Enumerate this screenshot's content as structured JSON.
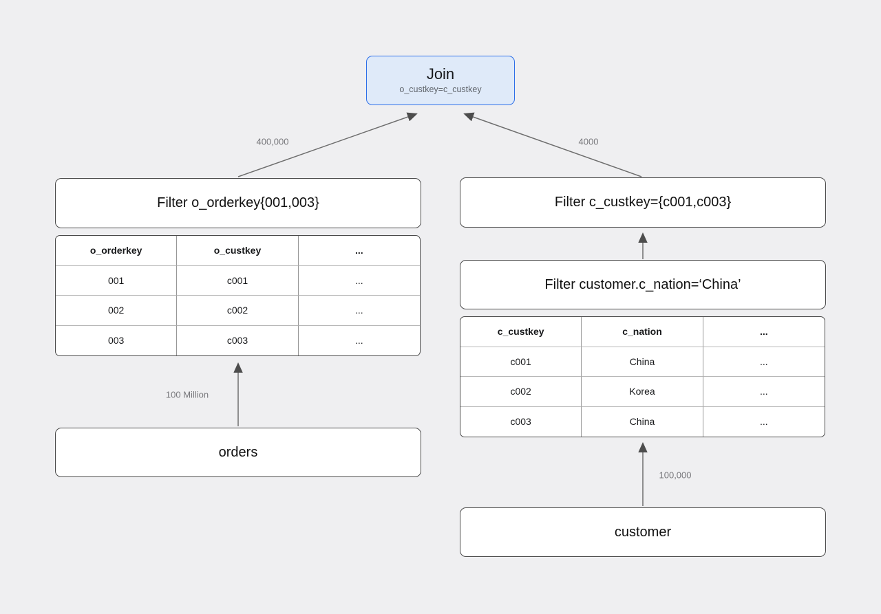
{
  "join": {
    "title": "Join",
    "condition": "o_custkey=c_custkey"
  },
  "left_branch": {
    "filter_label": "Filter o_orderkey{001,003}",
    "table": {
      "headers": [
        "o_orderkey",
        "o_custkey",
        "..."
      ],
      "rows": [
        [
          "001",
          "c001",
          "..."
        ],
        [
          "002",
          "c002",
          "..."
        ],
        [
          "003",
          "c003",
          "..."
        ]
      ]
    },
    "source_label": "orders",
    "rows_to_join": "400,000",
    "rows_from_source": "100 Million"
  },
  "right_branch": {
    "filter_custkey_label": "Filter c_custkey={c001,c003}",
    "filter_nation_label": "Filter customer.c_nation=‘China’",
    "table": {
      "headers": [
        "c_custkey",
        "c_nation",
        "..."
      ],
      "rows": [
        [
          "c001",
          "China",
          "..."
        ],
        [
          "c002",
          "Korea",
          "..."
        ],
        [
          "c003",
          "China",
          "..."
        ]
      ]
    },
    "source_label": "customer",
    "rows_to_join": "4000",
    "rows_from_source": "100,000"
  },
  "colors": {
    "canvas_bg": "#efeff1",
    "node_bg": "#ffffff",
    "node_border": "#4a4a4a",
    "join_bg": "#dfeaf9",
    "join_border": "#2d6fe8",
    "arrow_line": "#6e6e6e",
    "arrow_head": "#4d4d4d",
    "edge_label_text": "#78787c",
    "table_grid_vertical": "#979797",
    "table_grid_horizontal": "#b7b7b7"
  }
}
